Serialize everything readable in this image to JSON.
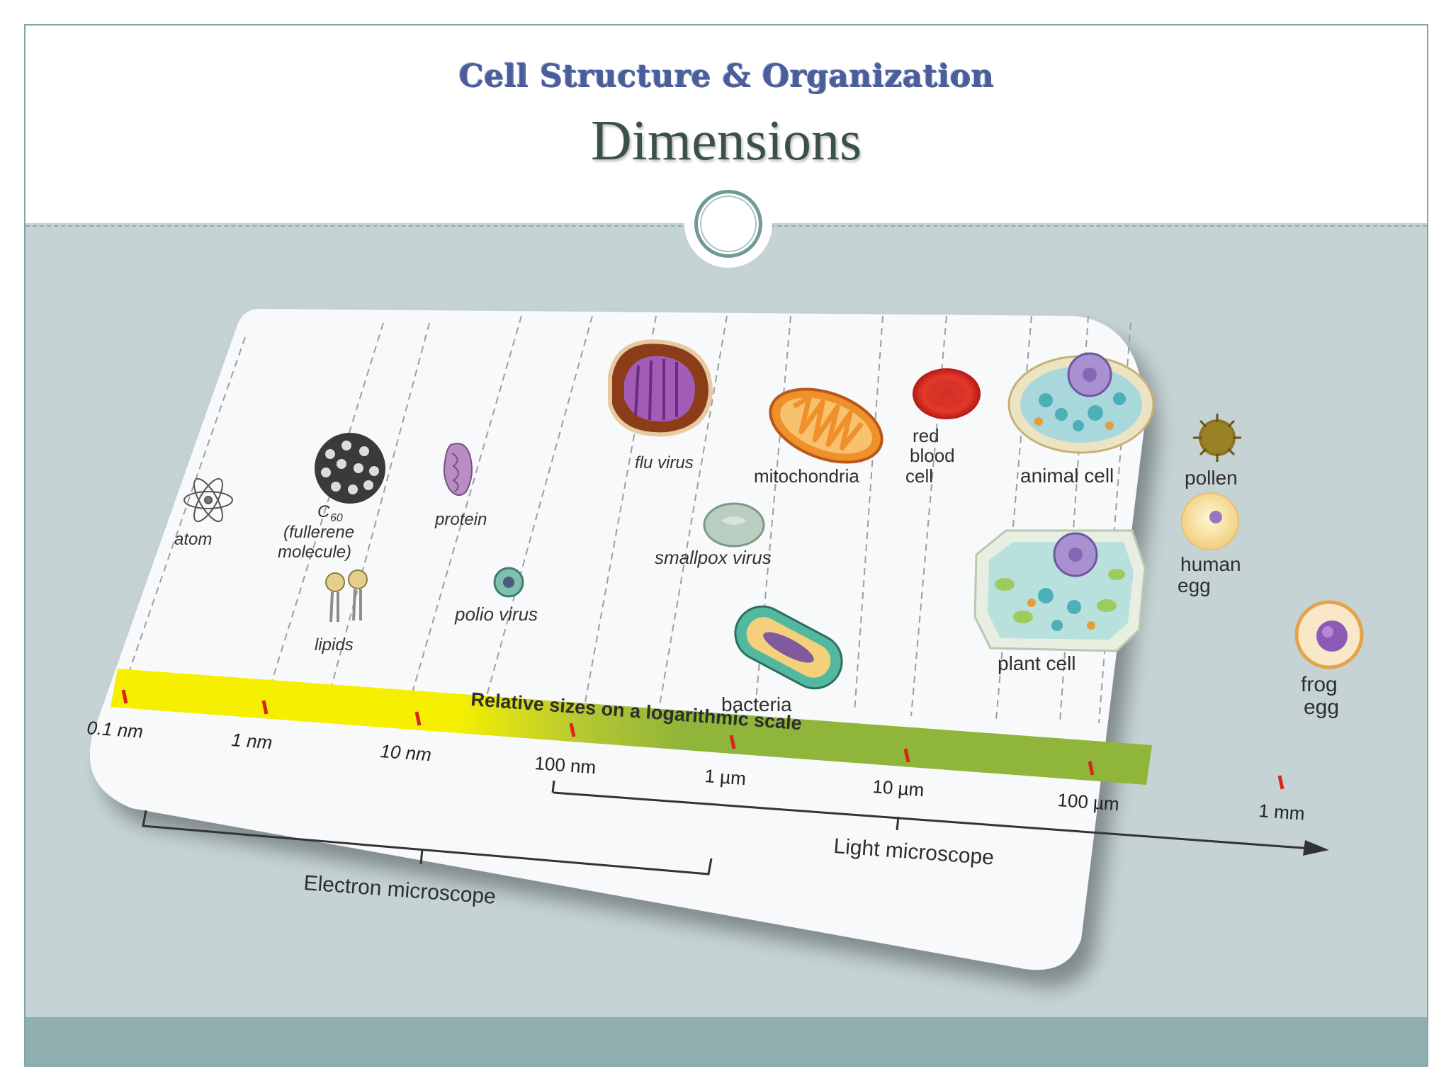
{
  "header": {
    "subtitle": "Cell Structure & Organization",
    "title": "Dimensions"
  },
  "diagram": {
    "scale_title": "Relative sizes on a logarithmic scale",
    "ticks": [
      "0.1 nm",
      "1 nm",
      "10 nm",
      "100 nm",
      "1 µm",
      "10 µm",
      "100 µm",
      "1 mm"
    ],
    "items": {
      "atom": "atom",
      "c60_line1": "C",
      "c60_sub": "60",
      "c60_line2": "(fullerene",
      "c60_line3": "molecule)",
      "lipids": "lipids",
      "protein": "protein",
      "polio_virus": "polio virus",
      "flu_virus": "flu virus",
      "smallpox_virus": "smallpox virus",
      "bacteria": "bacteria",
      "mitochondria": "mitochondria",
      "red_blood_cell_1": "red",
      "red_blood_cell_2": "blood",
      "red_blood_cell_3": "cell",
      "animal_cell": "animal cell",
      "plant_cell": "plant cell",
      "pollen": "pollen",
      "human_egg_1": "human",
      "human_egg_2": "egg",
      "frog_egg_1": "frog",
      "frog_egg_2": "egg"
    },
    "ranges": {
      "electron": "Electron microscope",
      "light": "Light microscope"
    },
    "colors": {
      "band_yellow": "#f6f000",
      "band_green": "#8fb53a",
      "tick_red": "#d9261c"
    }
  }
}
